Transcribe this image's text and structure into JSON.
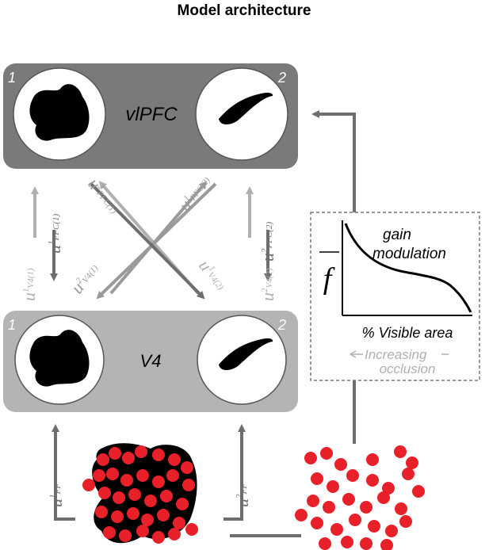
{
  "title": "Model architecture",
  "vlpfc": {
    "label": "vlPFC",
    "unit_1": "1",
    "unit_2": "2"
  },
  "v4": {
    "label": "V4",
    "unit_1": "1",
    "unit_2": "2"
  },
  "connections": {
    "pfc1_base": "u",
    "pfc1_sup": "1",
    "pfc1_sub": "PFC(1)",
    "pfc2_base": "u",
    "pfc2_sup": "2",
    "pfc2_sub": "PFC(1)",
    "pfc1b_base": "u",
    "pfc1b_sup": "1",
    "pfc1b_sub": "PFC(2)",
    "pfc2b_base": "u",
    "pfc2b_sup": "2",
    "pfc2b_sub": "PFC(2)",
    "v41_base": "u",
    "v41_sup": "1",
    "v41_sub": "V4(1)",
    "v42_base": "u",
    "v42_sup": "2",
    "v42_sub": "V4(1)",
    "v41b_base": "u",
    "v41b_sup": "1",
    "v41b_sub": "V4(2)",
    "v42b_base": "u",
    "v42b_sup": "2",
    "v42b_sub": "V4(2)",
    "ff1_base": "u",
    "ff1_sup": "1",
    "ff1_sub": "FF",
    "ff2_base": "u",
    "ff2_sup": "2",
    "ff2_sub": "FF"
  },
  "inset": {
    "y_label": "f",
    "curve_label_1": "gain",
    "curve_label_2": "modulation",
    "x_label": "% Visible area",
    "occlusion_1": "Increasing",
    "occlusion_2": "occlusion"
  },
  "colors": {
    "box_dark": "#7a7a7a",
    "box_light": "#b4b4b4",
    "arrow_dark": "#6e6e6e",
    "arrow_light": "#b0b0b0",
    "dot_red": "#e8202a"
  }
}
